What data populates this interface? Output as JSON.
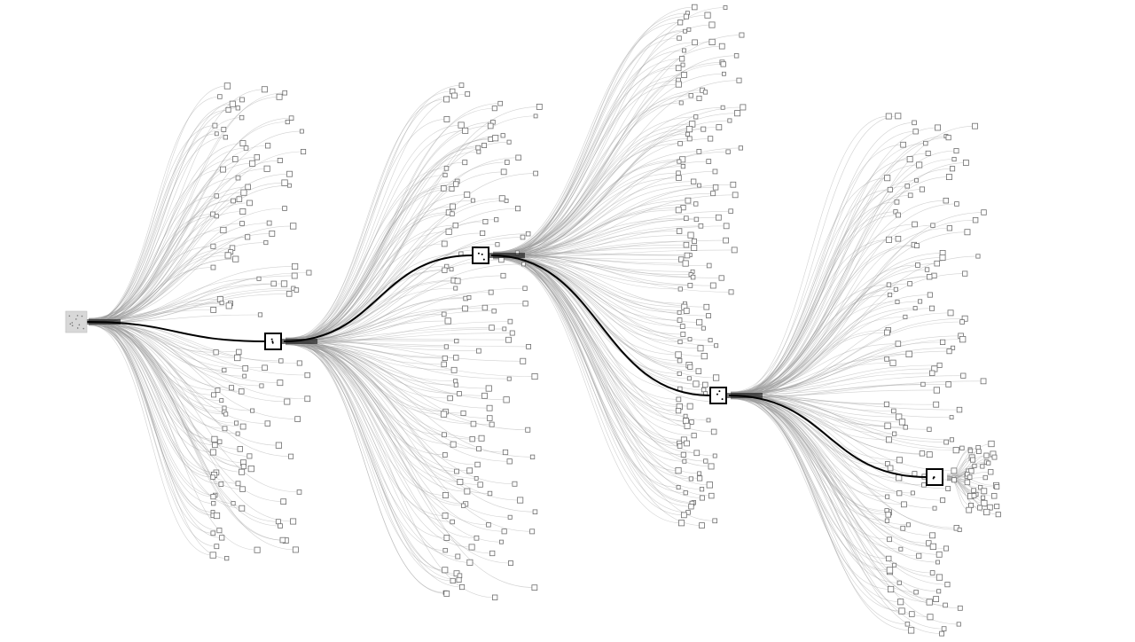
{
  "diagram": {
    "type": "tree",
    "description_free": true,
    "colors": {
      "background": "#ffffff",
      "branch": "#9a9a9a",
      "leaf_stroke": "#6e6e6e",
      "highlight_path": "#000000",
      "root_fill": "#d8d8d8"
    },
    "nodes": [
      {
        "id": "root",
        "kind": "root"
      },
      {
        "id": "hub-1",
        "kind": "hub"
      },
      {
        "id": "hub-2",
        "kind": "hub"
      },
      {
        "id": "hub-3",
        "kind": "hub"
      },
      {
        "id": "hub-4",
        "kind": "hub"
      }
    ],
    "highlighted_path": [
      "root",
      "hub-1",
      "hub-2",
      "hub-3",
      "hub-4"
    ]
  }
}
